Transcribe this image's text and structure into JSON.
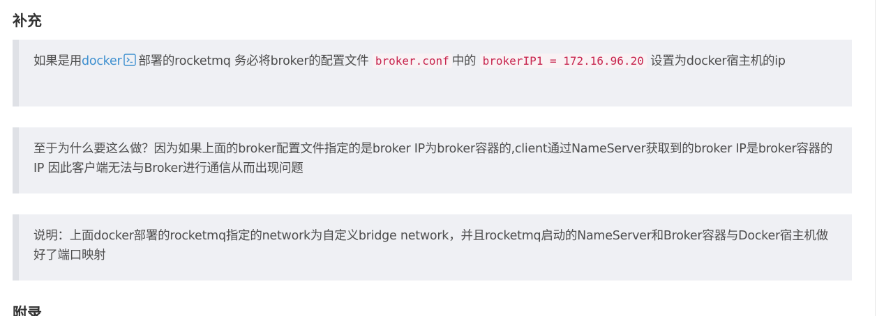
{
  "headings": {
    "supplement": "补充",
    "appendix": "附录"
  },
  "quote1": {
    "text_before_link": "如果是用",
    "link_text": "docker",
    "text_after_link": "部署的rocketmq 务必将broker的配置文件",
    "code1": "broker.conf",
    "text_middle": "中的",
    "code2": "brokerIP1 = 172.16.96.20",
    "text_end": " 设置为docker宿主机的ip"
  },
  "quote2": {
    "text": "至于为什么要这么做？因为如果上面的broker配置文件指定的是broker IP为broker容器的,client通过NameServer获取到的broker IP是broker容器的IP 因此客户端无法与Broker进行通信从而出现问题"
  },
  "quote3": {
    "text": "说明：上面docker部署的rocketmq指定的network为自定义bridge network，并且rocketmq启动的NameServer和Broker容器与Docker宿主机做好了端口映射"
  },
  "icons": {
    "link_icon": "terminal-link-icon",
    "link_color": "#3d8fcf",
    "code_color": "#c7254e"
  }
}
